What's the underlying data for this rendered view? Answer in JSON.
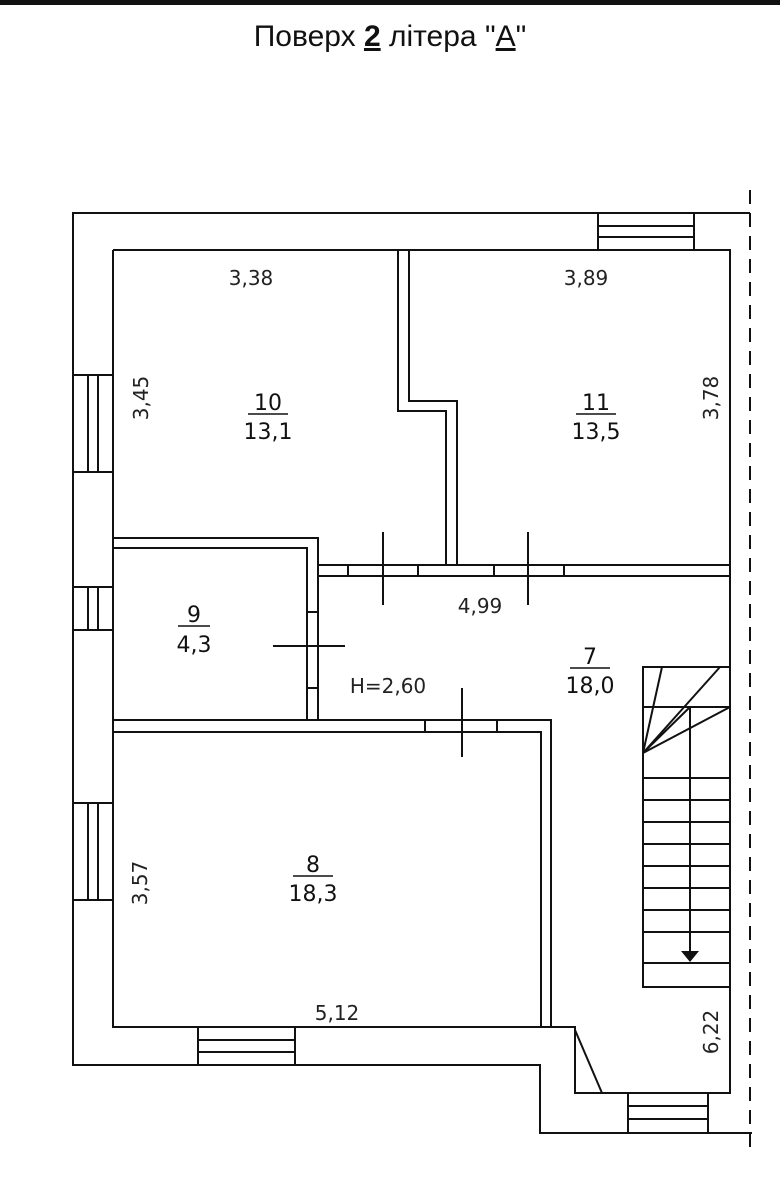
{
  "title": {
    "prefix": "Поверх ",
    "floor": "2",
    "middle": " літера \"",
    "letter": "А",
    "suffix": "\""
  },
  "rooms": [
    {
      "number": "10",
      "area": "13,1"
    },
    {
      "number": "11",
      "area": "13,5"
    },
    {
      "number": "9",
      "area": "4,3"
    },
    {
      "number": "7",
      "area": "18,0"
    },
    {
      "number": "8",
      "area": "18,3"
    }
  ],
  "dimensions": {
    "room10_width": "3,38",
    "room10_height": "3,45",
    "room11_width": "3,89",
    "room11_height": "3,78",
    "corridor_width": "4,99",
    "room8_height": "3,57",
    "room8_width": "5,12",
    "stair_height": "6,22"
  },
  "ceiling_height": "Н=2,60"
}
